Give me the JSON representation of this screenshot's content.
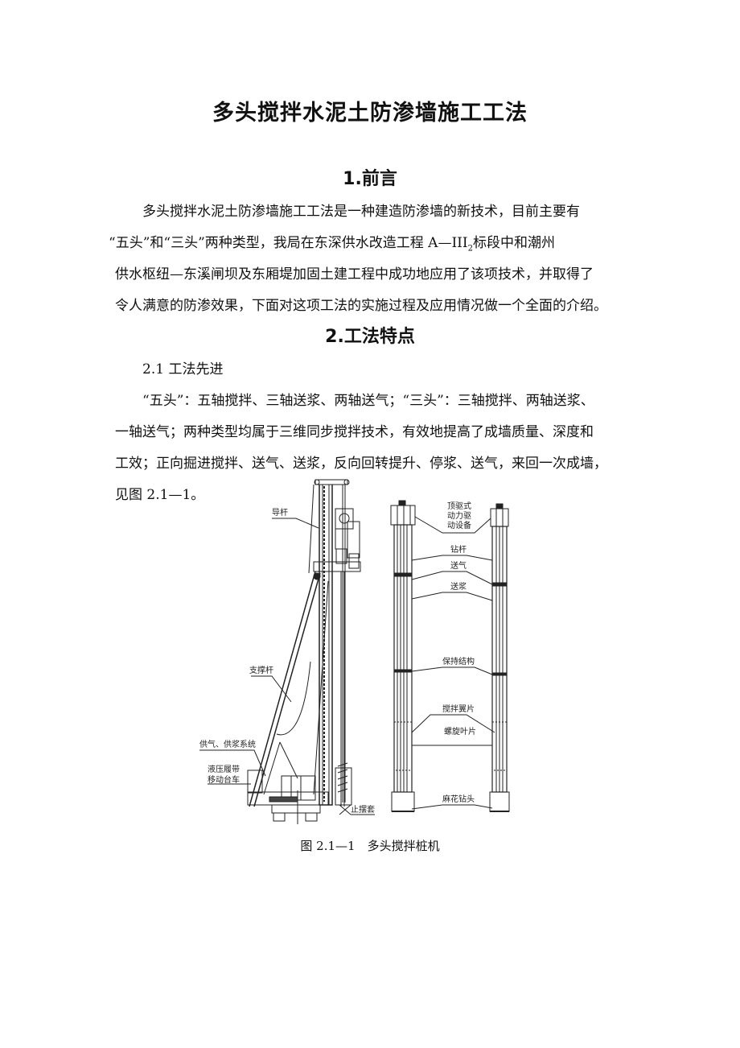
{
  "document": {
    "title": "多头搅拌水泥土防渗墙施工工法",
    "sections": [
      {
        "heading": "1.前言",
        "paragraph_lines": [
          "多头搅拌水泥土防渗墙施工工法是一种建造防渗墙的新技术，目前主要有",
          "“五头”和“三头”两种类型，我局在东深供水改造工程 A—III",
          "标段中和潮州",
          "供水枢纽—东溪闸坝及东厢堤加固土建工程中成功地应用了该项技术，并取得了",
          "令人满意的防渗效果，下面对这项工法的实施过程及应用情况做一个全面的介绍。"
        ],
        "subscript": "2"
      },
      {
        "heading": "2.工法特点",
        "subsection": "2.1 工法先进",
        "paragraph_lines": [
          "“五头”：五轴搅拌、三轴送浆、两轴送气；“三头”：三轴搅拌、两轴送浆、",
          "一轴送气；两种类型均属于三维同步搅拌技术，有效地提高了成墙质量、深度和",
          "工效；正向掘进搅拌、送气、送浆，反向回转提升、停浆、送气，来回一次成墙，",
          "见图 2.1—1。"
        ]
      }
    ],
    "figure": {
      "caption": "图 2.1—1　多头搅拌桩机",
      "left_labels": {
        "guide_rod": "导杆",
        "support_rod": "支撑杆",
        "air_slurry_system": "供气、供浆系统",
        "crawler_line1": "液压履带",
        "crawler_line2": "移动台车",
        "anti_sway": "止摆套"
      },
      "right_labels": {
        "top_drive_1": "顶驱式",
        "top_drive_2": "动力驱",
        "top_drive_3": "动设备",
        "drill_rod": "钻杆",
        "air_feed": "送气",
        "slurry_feed": "送浆",
        "holding_structure": "保持结构",
        "mixing_blade": "搅拌翼片",
        "spiral_blade": "螺旋叶片",
        "twist_bit": "麻花钻头"
      }
    }
  }
}
